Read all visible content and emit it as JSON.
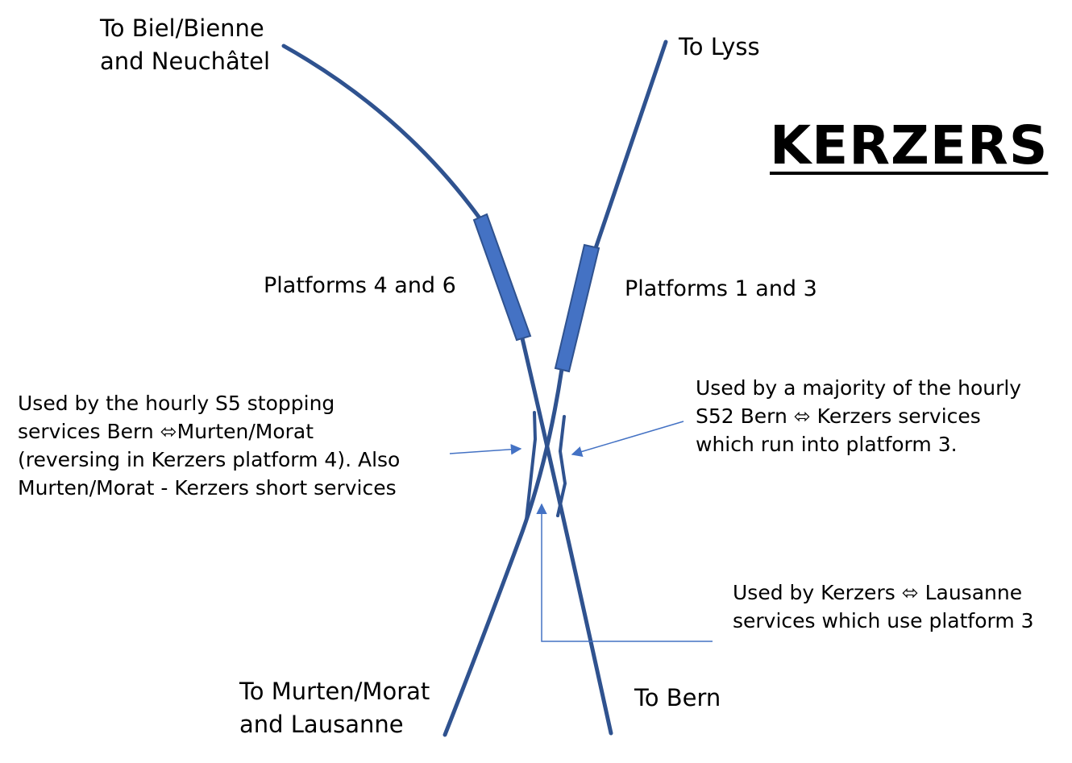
{
  "title": "KERZERS",
  "colors": {
    "track": "#2F528F",
    "platform": "#4472C4",
    "platform_border": "#2F528F",
    "arrow": "#4472C4",
    "text": "#000000"
  },
  "destinations": {
    "biel_line1": "To Biel/Bienne",
    "biel_line2": "and Neuchâtel",
    "lyss": "To Lyss",
    "murten_line1": "To Murten/Morat",
    "murten_line2": "and Lausanne",
    "bern": "To Bern"
  },
  "platforms": {
    "left": "Platforms 4 and 6",
    "right": "Platforms 1 and 3"
  },
  "notes": {
    "s5": [
      "Used by the hourly S5 stopping",
      "services Bern ⬄Murten/Morat",
      "(reversing in Kerzers platform 4). Also",
      "Murten/Morat - Kerzers short services"
    ],
    "s52": [
      "Used by a majority of the hourly",
      "S52 Bern ⬄ Kerzers services",
      "which run into platform 3."
    ],
    "lausanne": [
      "Used by Kerzers ⬄ Lausanne",
      "services which use platform 3"
    ]
  }
}
